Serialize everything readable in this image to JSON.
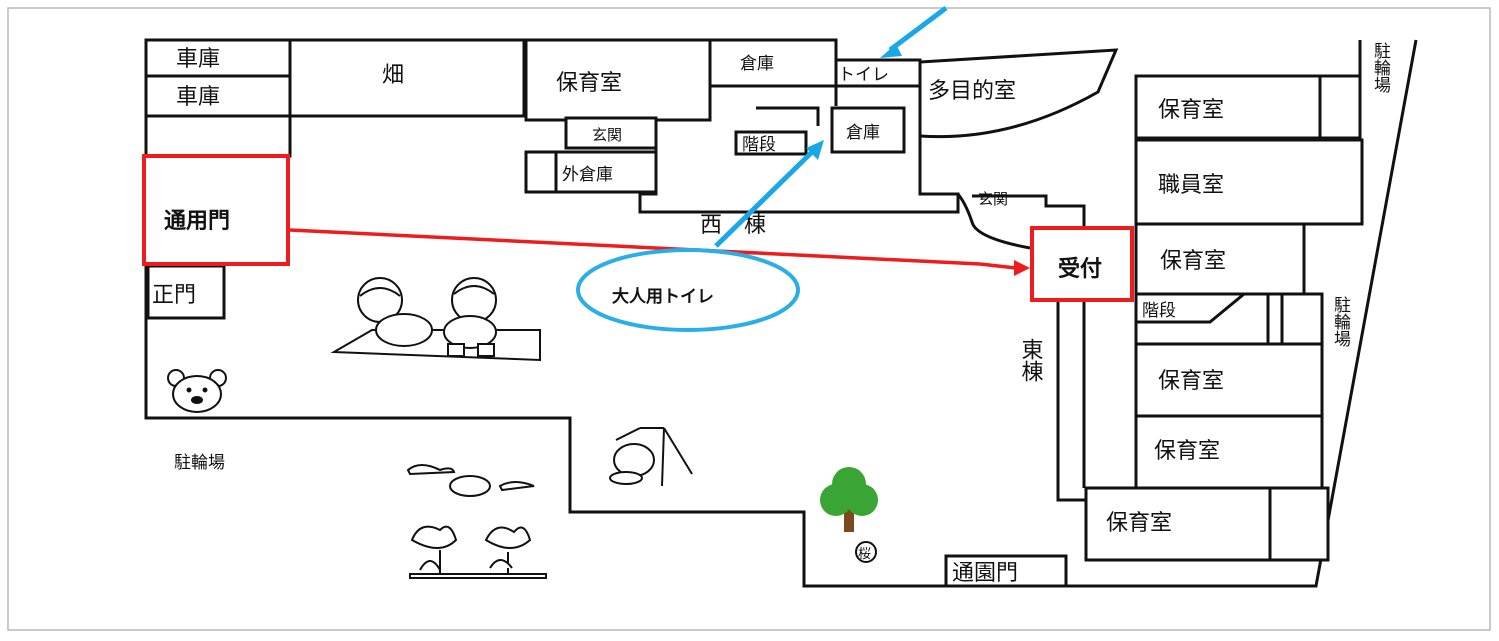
{
  "colors": {
    "highlight_red": "#ee1c1c",
    "arrow_blue": "#1aa7e6",
    "ellipse_blue": "#2aaee8",
    "tree_green": "#3aa535",
    "trunk_brown": "#7a4a1e"
  },
  "rooms": {
    "garage_1": "車庫",
    "garage_2": "車庫",
    "field": "畑",
    "nursery_west": "保育室",
    "storage_1": "倉庫",
    "toilet": "トイレ",
    "multipurpose": "多目的室",
    "entrance_west": "玄関",
    "stairs_west": "階段",
    "storage_2": "倉庫",
    "outdoor_storage": "外倉庫",
    "west_wing": "西　棟",
    "entrance_east": "玄関",
    "nursery_ne": "保育室",
    "staff_room": "職員室",
    "nursery_e1": "保育室",
    "stairs_east": "階段",
    "nursery_e2": "保育室",
    "nursery_e3": "保育室",
    "nursery_se": "保育室",
    "east_wing": "東棟",
    "bike_parking_top": "駐輪場",
    "bike_parking_mid": "駐輪場",
    "bike_parking_left": "駐輪場",
    "main_gate": "正門",
    "garden_gate": "通園門",
    "sakura_mark": "桜"
  },
  "callouts": {
    "common_gate": "通用門",
    "reception": "受付",
    "adult_toilet": "大人用トイレ"
  },
  "icons": [
    "children-playing-sandbox",
    "bear-face",
    "swing",
    "birds-and-tulips",
    "tree"
  ]
}
